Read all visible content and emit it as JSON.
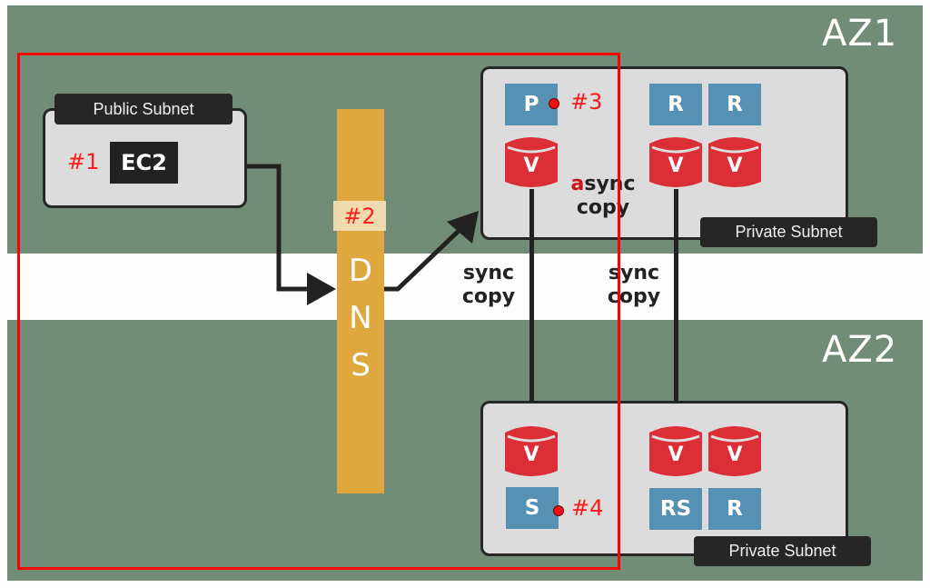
{
  "zones": [
    {
      "id": "az1",
      "label": "AZ1"
    },
    {
      "id": "az2",
      "label": "AZ2"
    }
  ],
  "public_subnet": {
    "label": "Public Subnet",
    "instance": "EC2",
    "marker": "#1"
  },
  "dns": {
    "letters": [
      "D",
      "N",
      "S"
    ],
    "marker": "#2"
  },
  "private_subnet_az1": {
    "label": "Private Subnet",
    "primary": {
      "role": "P",
      "volume": "V",
      "marker": "#3"
    },
    "replicas": [
      {
        "role": "R",
        "volume": "V"
      },
      {
        "role": "R",
        "volume": "V"
      }
    ],
    "async_copy": {
      "accent": "a",
      "line1_rest": "sync",
      "line2": "copy"
    }
  },
  "private_subnet_az2": {
    "label": "Private Subnet",
    "standby": {
      "role": "S",
      "volume": "V",
      "marker": "#4"
    },
    "replicas": [
      {
        "role": "RS",
        "volume": "V"
      },
      {
        "role": "R",
        "volume": "V"
      }
    ]
  },
  "sync_copies": [
    {
      "line1": "sync",
      "line2": "copy"
    },
    {
      "line1": "sync",
      "line2": "copy"
    }
  ],
  "colors": {
    "zone": "#718d78",
    "dns": "#dfa83f",
    "role_box": "#5690b3",
    "volume": "#db2e36",
    "annotation": "#ff1a1a"
  }
}
